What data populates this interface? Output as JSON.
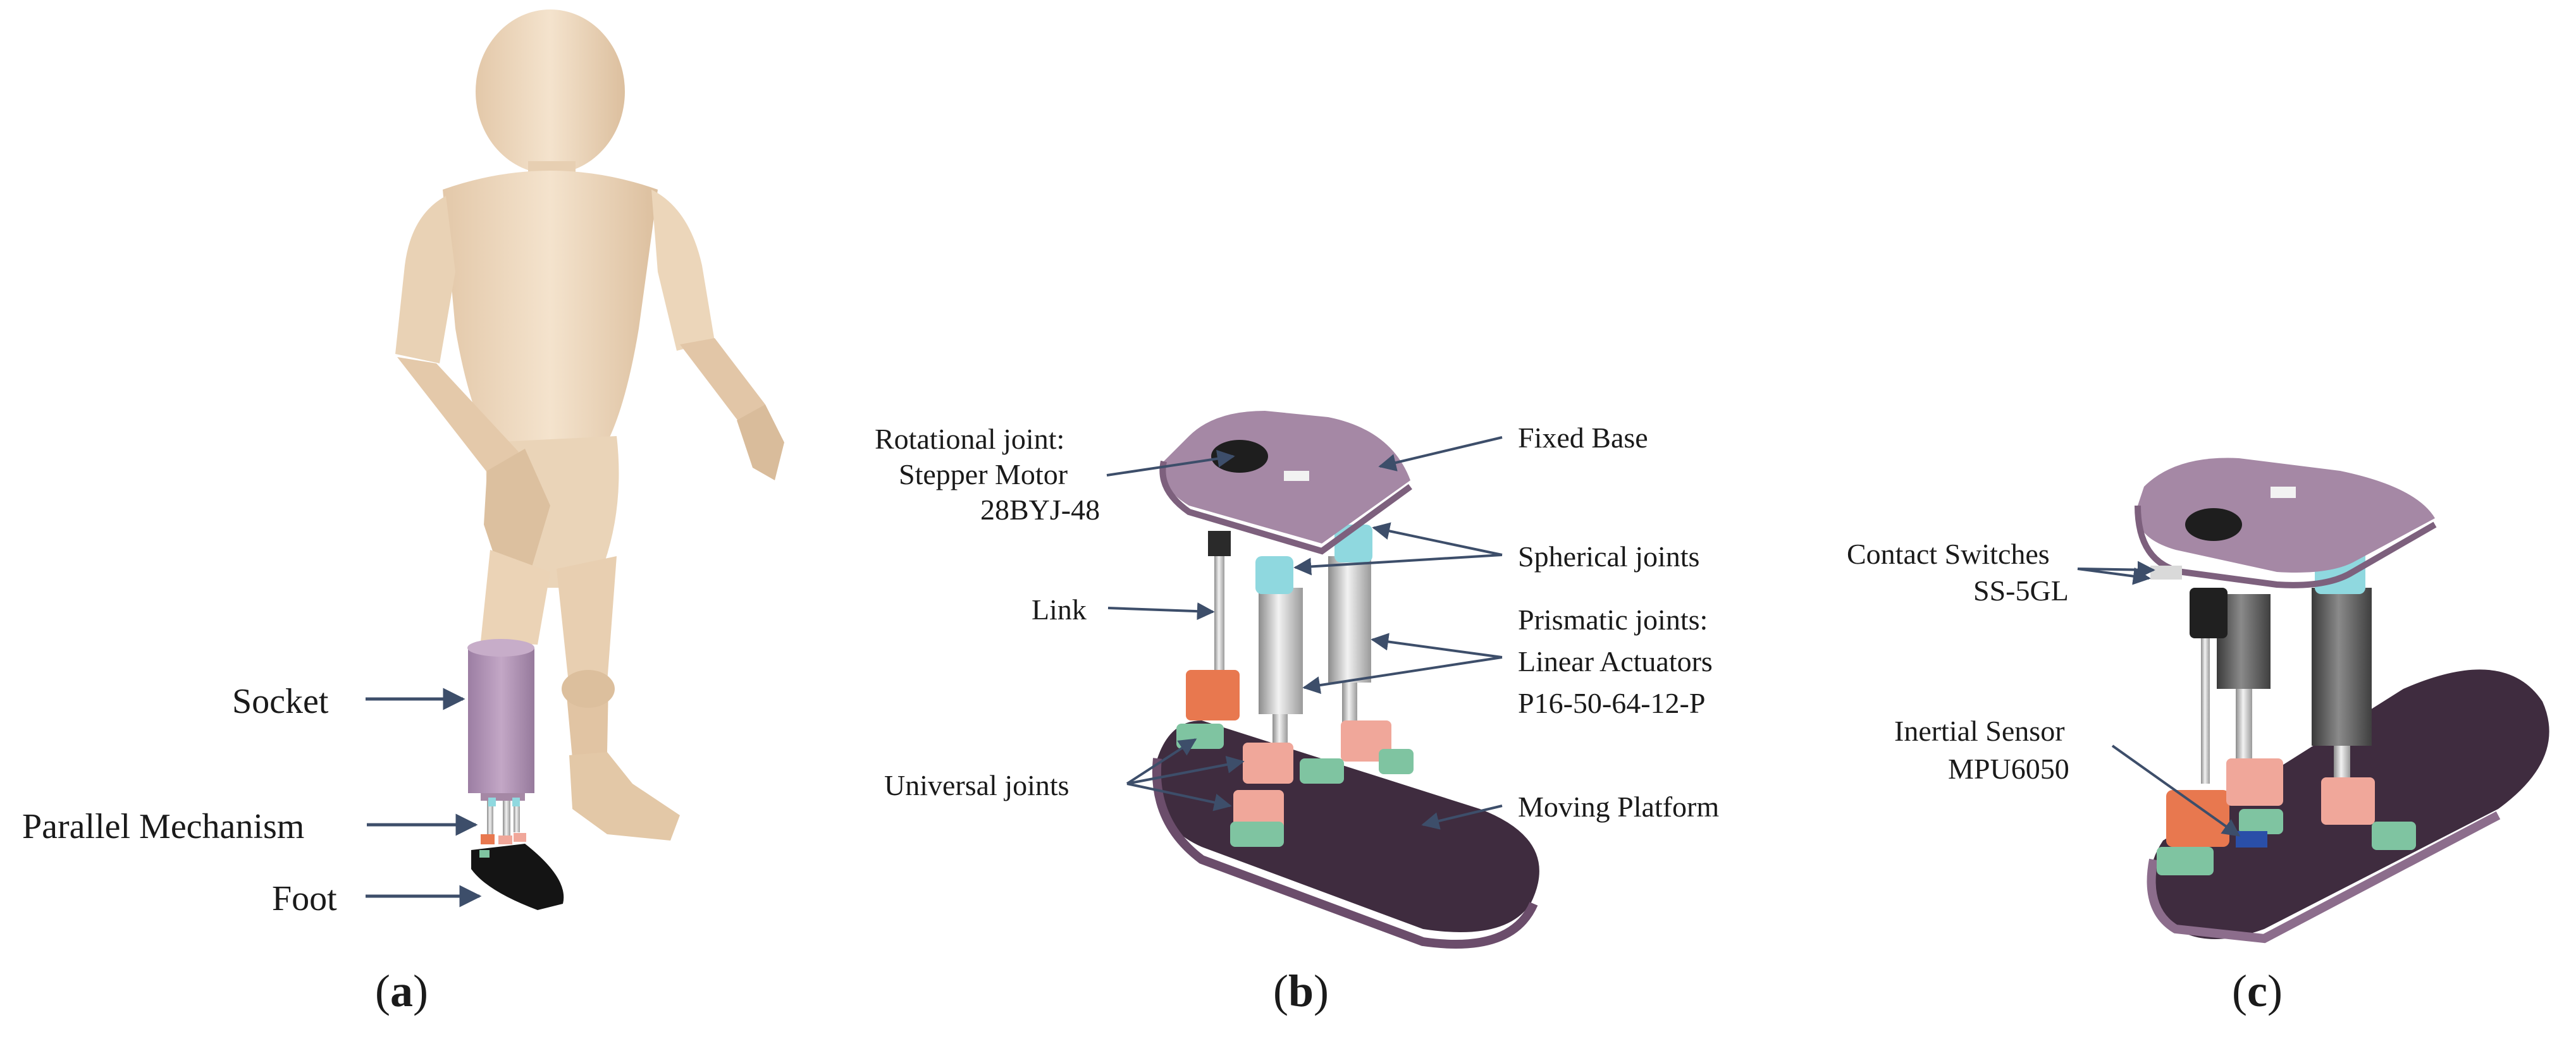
{
  "panel_a": {
    "caption_open": "(",
    "caption_letter": "a",
    "caption_close": ")",
    "labels": {
      "socket": "Socket",
      "parallel_mechanism": "Parallel Mechanism",
      "foot": "Foot"
    }
  },
  "panel_b": {
    "caption_open": "(",
    "caption_letter": "b",
    "caption_close": ")",
    "labels": {
      "rotational_joint_line1": "Rotational joint:",
      "rotational_joint_line2": "Stepper Motor",
      "rotational_joint_line3": "28BYJ-48",
      "fixed_base": "Fixed Base",
      "spherical_joints": "Spherical  joints",
      "link": "Link",
      "prismatic_line1": "Prismatic joints:",
      "prismatic_line2": "Linear Actuators",
      "prismatic_line3": "P16-50-64-12-P",
      "universal_joints": "Universal joints",
      "moving_platform": "Moving Platform"
    }
  },
  "panel_c": {
    "caption_open": "(",
    "caption_letter": "c",
    "caption_close": ")",
    "labels": {
      "contact_switches_line1": "Contact Switches",
      "contact_switches_line2": "SS-5GL",
      "inertial_sensor_line1": "Inertial Sensor",
      "inertial_sensor_line2": "MPU6050"
    }
  },
  "colors": {
    "skin": "#f1dcc2",
    "skin_shade": "#e2c6a6",
    "socket": "#b395b8",
    "plate_purple": "#a588a5",
    "platform_dark": "#3f2c3f",
    "actuator_grey": "#cfcfcf",
    "actuator_dark": "#5a5a5a",
    "spherical_cyan": "#8fd8df",
    "universal_pink": "#f0a79a",
    "universal_orange": "#e8784f",
    "green_mount": "#7fc4a1",
    "arrow": "#3d4e6a",
    "text": "#1a1a1a"
  }
}
